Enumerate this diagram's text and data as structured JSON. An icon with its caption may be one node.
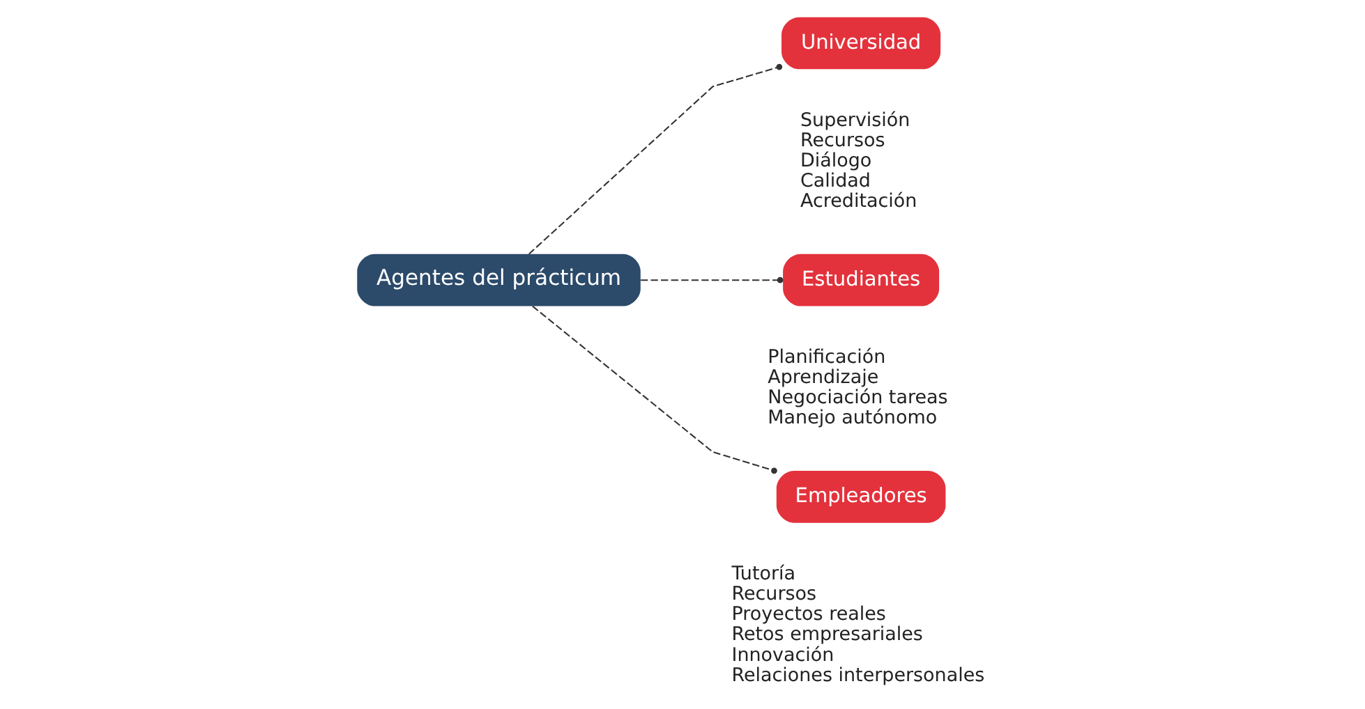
{
  "diagram": {
    "nodes": [
      {
        "text": [
          "Agentes del prácticum"
        ]
      },
      {
        "text": [
          "Universidad"
        ],
        "beside": [
          "Supervisión",
          "Recursos",
          "Diálogo",
          "Calidad",
          "Acreditación"
        ]
      },
      {
        "text": [
          "Estudiantes"
        ],
        "beside": [
          "Planificación",
          "Aprendizaje",
          "Negociación tareas",
          "Manejo autónomo"
        ]
      },
      {
        "text": [
          "Empleadores"
        ],
        "beside": [
          "Tutoría",
          "Recursos",
          "Proyectos reales",
          "Retos empresariales",
          "Innovación",
          "Relaciones interpersonales"
        ]
      }
    ],
    "edges": [
      {
        "from": 0,
        "to": 1,
        "arrow": "other",
        "style": "dashed"
      },
      {
        "from": 0,
        "to": 2,
        "arrow": "other",
        "style": "dashed"
      },
      {
        "from": 0,
        "to": 3,
        "arrow": "other",
        "style": "dashed"
      }
    ]
  }
}
